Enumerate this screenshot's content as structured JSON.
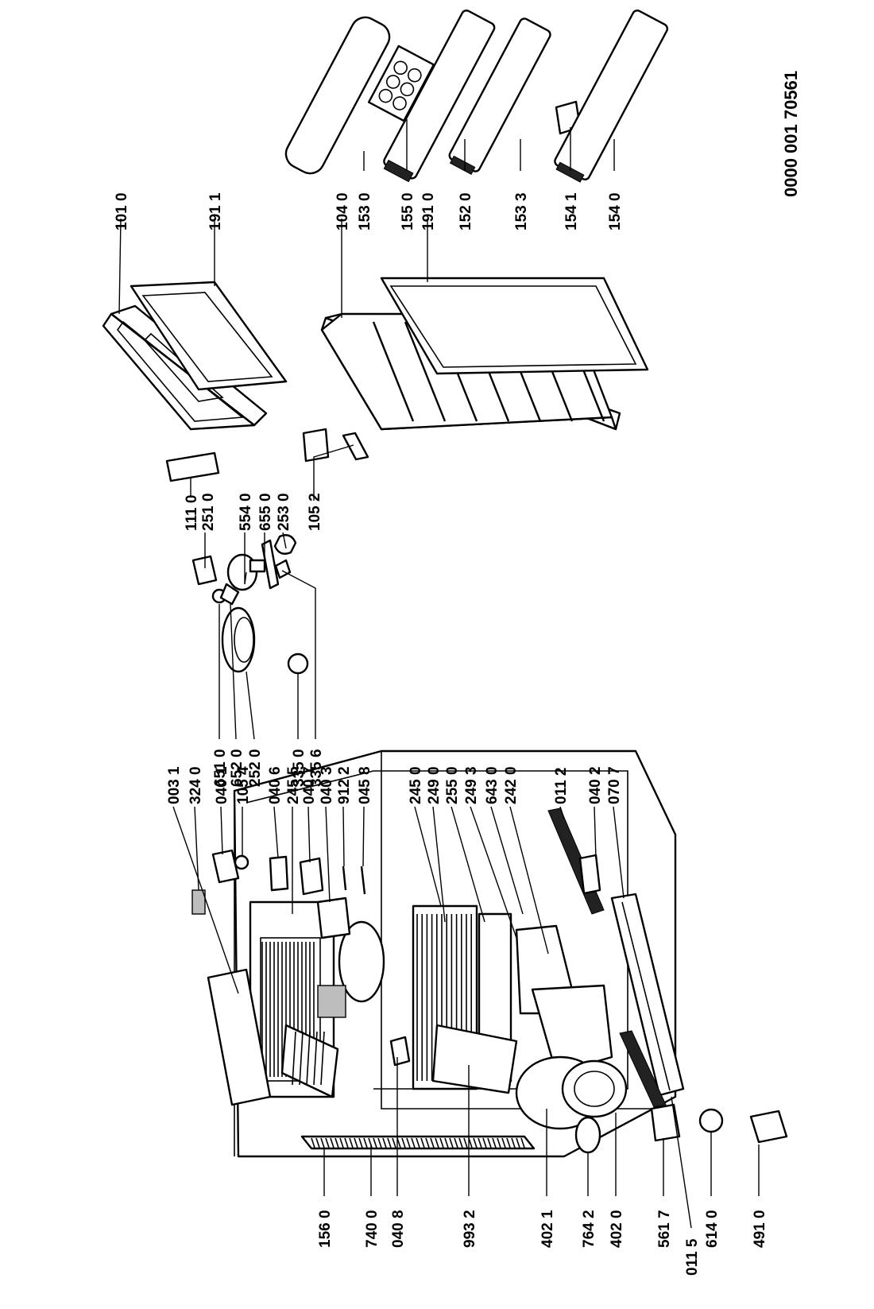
{
  "drawing_code": "0000  001 70561",
  "labels": {
    "l1560": "156 0",
    "l7400": "740 0",
    "l0408": "040 8",
    "l9932": "993 2",
    "l4021": "402 1",
    "l7642": "764 2",
    "l4020": "402 0",
    "l5617": "561 7",
    "l6140": "614 0",
    "l4910": "491 0",
    "l0031": "003 1",
    "l3240": "324 0",
    "l0401": "040 1",
    "l1054": "105 4",
    "l0406": "040 6",
    "l2455": "245 5",
    "l0407": "040 7",
    "l0403": "040 3",
    "l9122": "912 2",
    "l0458": "045 8",
    "l2450": "245 0",
    "l2490": "249 0",
    "l2550": "255 0",
    "l2493": "249 3",
    "l6430": "643 0",
    "l2420": "242 0",
    "l0112": "011 2",
    "l0402": "040 2",
    "l0707": "070 7",
    "l0115": "011 5",
    "l6510": "651 0",
    "l6520": "652 0",
    "l2520": "252 0",
    "l3350": "335 0",
    "l3356": "335 6",
    "l1110": "111 0",
    "l2510": "251 0",
    "l5540": "554 0",
    "l6550": "655 0",
    "l2530": "253 0",
    "l1052": "105 2",
    "l1010": "101 0",
    "l1911": "191 1",
    "l1040": "104 0",
    "l1530": "153 0",
    "l1550": "155 0",
    "l1910": "191 0",
    "l1520": "152 0",
    "l1533": "153 3",
    "l1541": "154 1",
    "l1540": "154 0"
  }
}
